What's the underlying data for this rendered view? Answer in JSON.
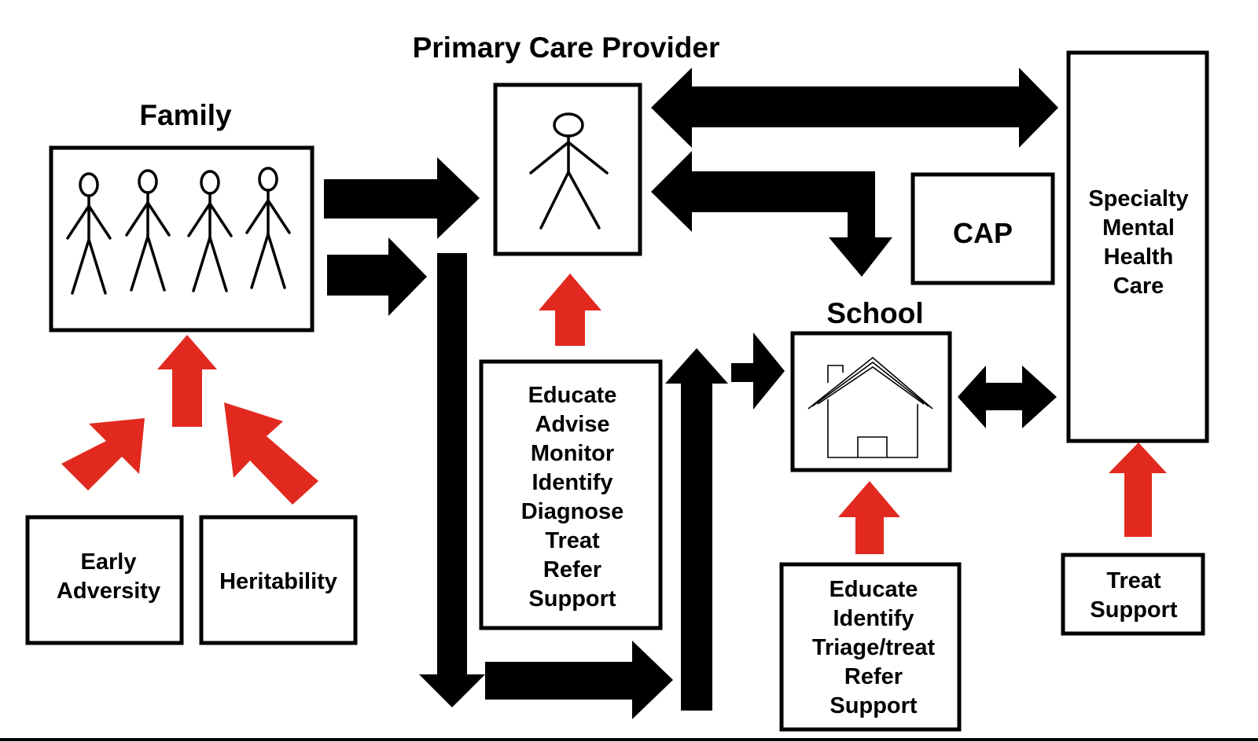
{
  "labels": {
    "primary_care_provider": "Primary Care Provider",
    "family": "Family",
    "school": "School",
    "cap": "CAP",
    "specialty_care": [
      "Specialty",
      "Mental",
      "Health",
      "Care"
    ]
  },
  "boxes": {
    "early_adversity": [
      "Early",
      "Adversity"
    ],
    "heritability": [
      "Heritability"
    ],
    "pcp_roles": [
      "Educate",
      "Advise",
      "Monitor",
      "Identify",
      "Diagnose",
      "Treat",
      "Refer",
      "Support"
    ],
    "school_roles": [
      "Educate",
      "Identify",
      "Triage/treat",
      "Refer",
      "Support"
    ],
    "specialty_roles": [
      "Treat",
      "Support"
    ]
  },
  "icons": {
    "family": "family-stick-figures-icon",
    "pcp": "stick-figure-icon",
    "school": "house-icon"
  },
  "colors": {
    "flow_arrow": "#000000",
    "influence_arrow": "#e2291f",
    "box_border": "#000000",
    "background": "#ffffff"
  }
}
